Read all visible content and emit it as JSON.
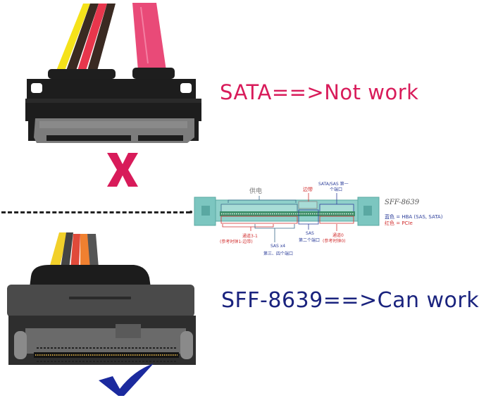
{
  "top_section": {
    "connector": "SATA 15+7 pin connector with power and data cables",
    "cable_colors": [
      "#f5e21a",
      "#3a2a22",
      "#e8364c",
      "#3a2a22",
      "#e94a78"
    ],
    "mark_symbol": "X",
    "mark_color": "#d81b5a",
    "caption": "SATA==>Not work",
    "caption_color": "#d81b5a"
  },
  "bottom_section": {
    "connector": "SFF-8639 connector with power cables",
    "cable_colors": [
      "#f2d02a",
      "#e04a3a",
      "#f08030",
      "#555555"
    ],
    "mark_symbol": "check",
    "mark_color": "#1b2a9e",
    "caption": "SFF-8639==>Can work",
    "caption_color": "#1a237e"
  },
  "diagram": {
    "title": "SFF-8639",
    "labels": {
      "power": "供电",
      "sideband": "边带",
      "sata_sas_port1_line1": "SATA/SAS 第一",
      "sata_sas_port1_line2": "个端口",
      "pcie_lanes_1_3_line1": "通道3-1",
      "pcie_lanes_1_3_line2": "(参考时钟1-边带)",
      "sas_x4_line1": "SAS x4",
      "sas_x4_line2": "第三、四个端口",
      "sas_port2_line1": "SAS",
      "sas_port2_line2": "第二个端口",
      "pcie_lane0_line1": "通道0",
      "pcie_lane0_line2": "(参考时钟0)"
    },
    "legend": [
      {
        "text": "蓝色 = HBA (SAS, SATA)",
        "color": "#2c3e9a"
      },
      {
        "text": "红色 = PCIe",
        "color": "#d23030"
      }
    ],
    "connector_color": "#7cc6c0"
  }
}
